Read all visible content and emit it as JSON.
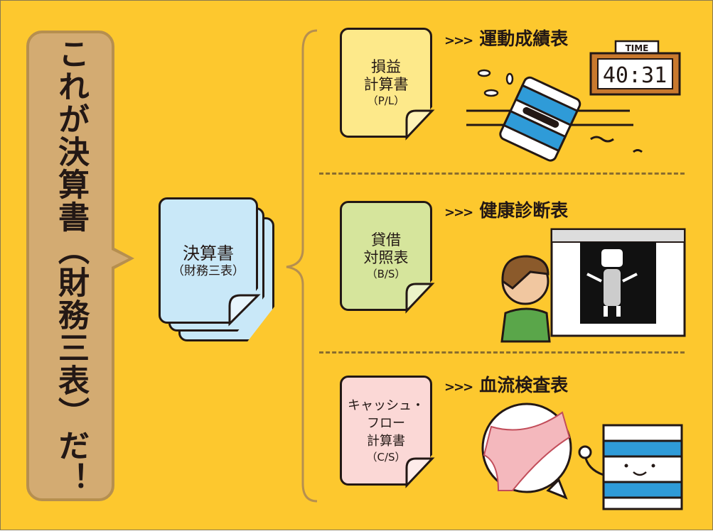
{
  "banner": {
    "text": "これが決算書（財務三表）だ！"
  },
  "main_doc": {
    "title": "決算書",
    "subtitle": "（財務三表）",
    "color": "#c9e8f8"
  },
  "statements": [
    {
      "title_lines": [
        "損益",
        "計算書"
      ],
      "abbr": "（P/L）",
      "color": "#fde98a",
      "analogy": "運動成績表",
      "chevrons": ">>>"
    },
    {
      "title_lines": [
        "貸借",
        "対照表"
      ],
      "abbr": "（B/S）",
      "color": "#d6e59c",
      "analogy": "健康診断表",
      "chevrons": ">>>"
    },
    {
      "title_lines": [
        "キャッシュ・",
        "フロー",
        "計算書"
      ],
      "abbr": "（C/S）",
      "color": "#fbd8d6",
      "analogy": "血流検査表",
      "chevrons": ">>>"
    }
  ],
  "clock": {
    "label": "TIME",
    "display": "40:31"
  },
  "colors": {
    "background": "#fdc82e",
    "banner": "#d3ab72",
    "outline": "#231815",
    "mascot_blue": "#2f9bd8"
  }
}
